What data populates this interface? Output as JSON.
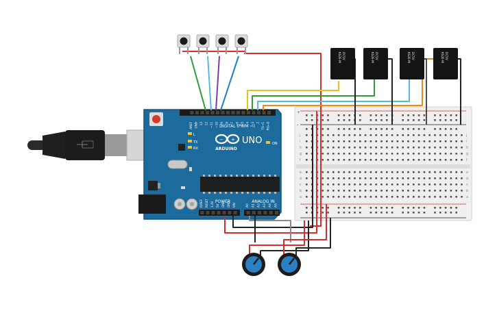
{
  "arduino": {
    "brand": "ARDUINO",
    "model": "UNO",
    "uno_logo_symbol": "∞",
    "digital_label": "DIGITAL (PWM ~)",
    "power_label": "POWER",
    "analog_label": "ANALOG IN",
    "on_label": "ON",
    "tx_label": "TX",
    "rx_label": "RX",
    "l_label": "L",
    "header_top_labels": [
      "AREF",
      "GND",
      "13",
      "12",
      "~11",
      "~10",
      "~9",
      "8",
      "7",
      "~6",
      "~5",
      "4",
      "~3",
      "2",
      "TX→1",
      "RX←0"
    ],
    "header_power_labels": [
      "IOREF",
      "RESET",
      "3.3V",
      "5V",
      "GND",
      "GND",
      "VIN"
    ],
    "header_analog_labels": [
      "A0",
      "A1",
      "A2",
      "A3",
      "A4",
      "A5"
    ]
  },
  "breadboard": {
    "row_letters_top": [
      "j",
      "i",
      "h",
      "g",
      "f"
    ],
    "row_letters_bottom": [
      "e",
      "d",
      "c",
      "b",
      "a"
    ],
    "rail_plus": "+",
    "rail_minus": "-"
  },
  "relay": {
    "text_lines": [
      "KS2E-M",
      "DC5V"
    ],
    "count": 4
  },
  "buttons": {
    "count": 4
  },
  "potentiometers": {
    "count": 2
  },
  "wire_colors": {
    "red": "#d32f2f",
    "black": "#222222",
    "green": "#2e9c3a",
    "cyan": "#55bcd6",
    "purple": "#7b3fa6",
    "blue": "#1e7ec8",
    "yellow": "#e6c21a",
    "orange": "#ef8a12",
    "grey": "#8a8a8a",
    "board_blue": "#1d6a9c",
    "breadboard": "#efefef"
  }
}
